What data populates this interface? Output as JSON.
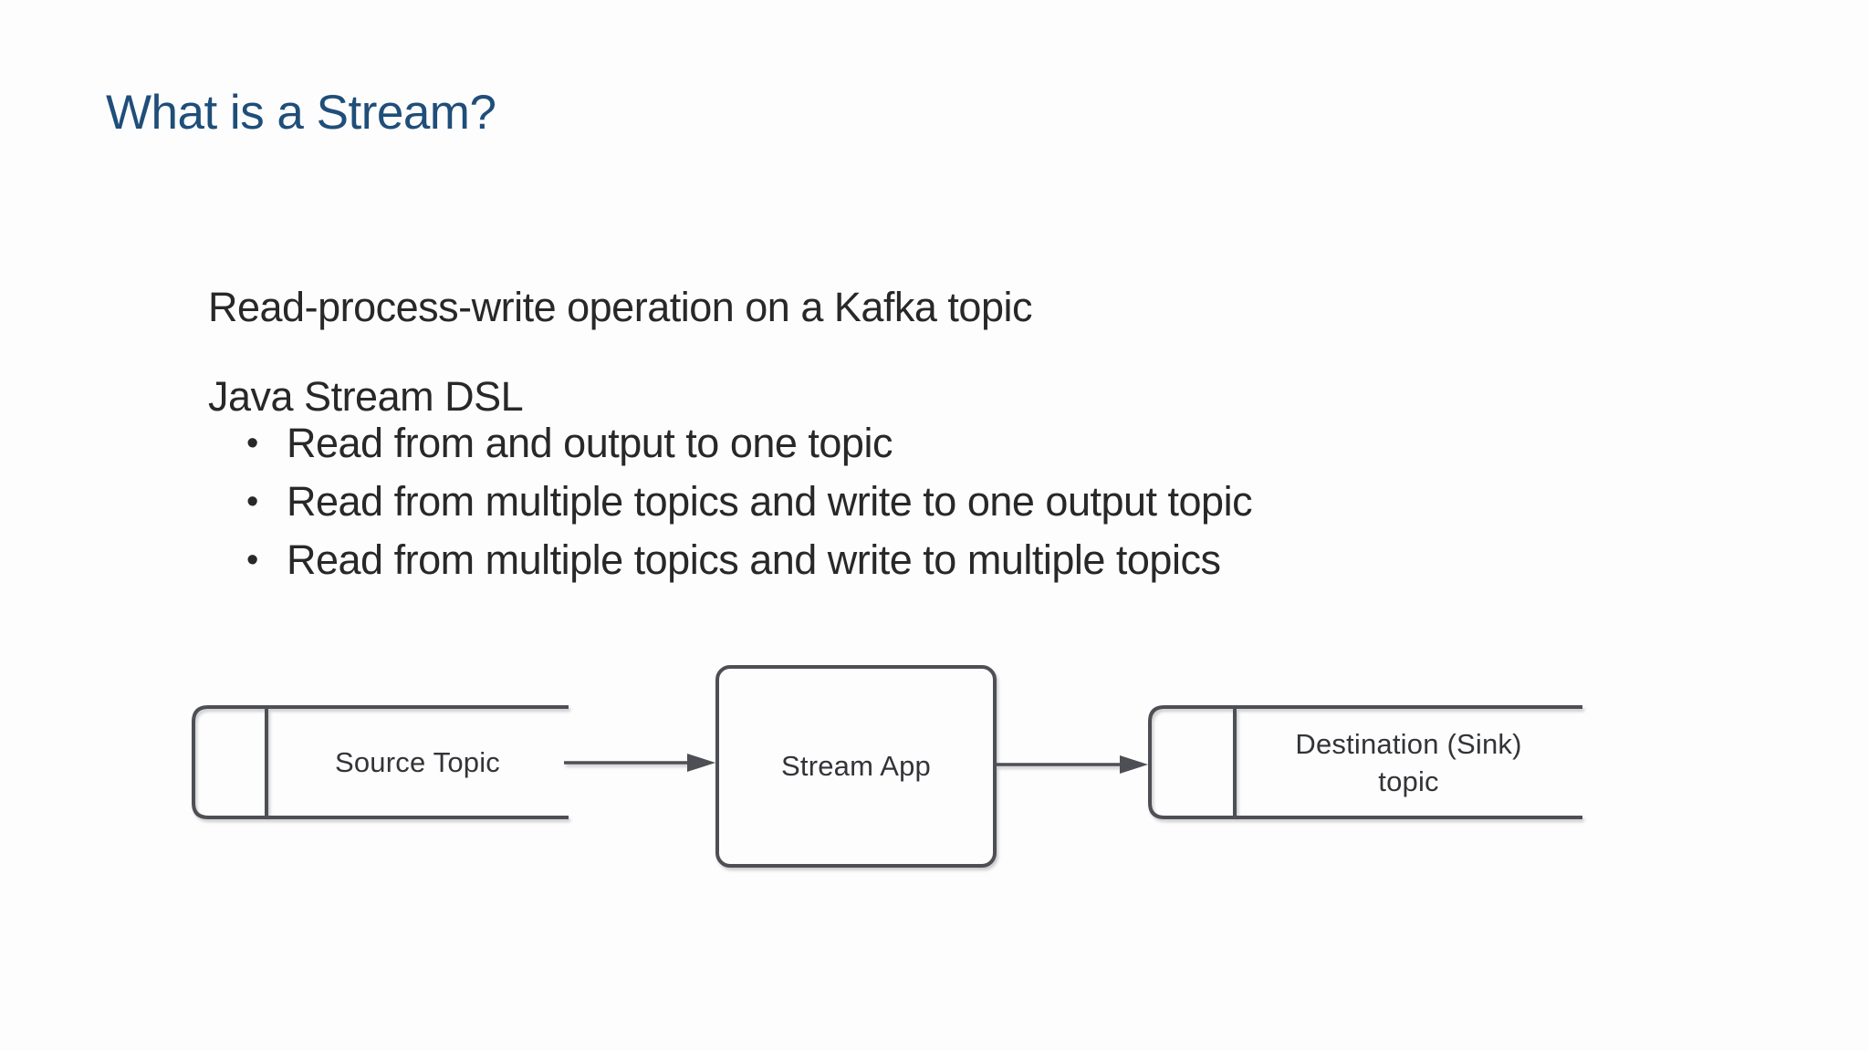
{
  "slide": {
    "title": "What is a Stream?",
    "intro": "Read-process-write operation on a Kafka topic",
    "subheading": "Java Stream DSL",
    "bullet_marker": "•",
    "bullets": [
      "Read from and output to one topic",
      "Read from multiple topics and write to one output topic",
      "Read from multiple topics and write to multiple topics"
    ]
  },
  "diagram": {
    "source_topic": {
      "label": "Source Topic"
    },
    "stream_app": {
      "label": "Stream App"
    },
    "destination_topic": {
      "label_line1": "Destination (Sink)",
      "label_line2": "topic"
    }
  },
  "colors": {
    "title_blue": "#1f4e79",
    "body_text": "#282828",
    "diagram_stroke": "#4d4f55",
    "diagram_label_text": "#333438",
    "background": "#fdfdfd"
  }
}
